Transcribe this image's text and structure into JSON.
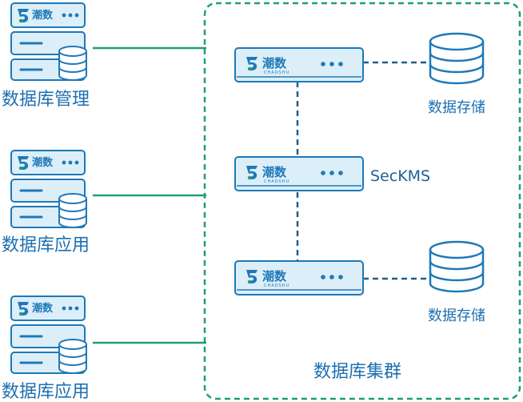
{
  "brand": {
    "logo_cn": "潮数",
    "logo_en": "CHAOSHU",
    "colors": {
      "outline": "#1e79b8",
      "fill": "#dceef8",
      "fill_light": "#eef7fc",
      "green": "#1f9e78",
      "dash": "#1e5f8e",
      "text": "#1d6fb0"
    }
  },
  "left_servers": [
    {
      "label": "数据库管理"
    },
    {
      "label": "数据库应用"
    },
    {
      "label": "数据库应用"
    }
  ],
  "cluster": {
    "label": "数据库集群",
    "kms_label": "SecKMS",
    "storage": [
      {
        "label": "数据存储"
      },
      {
        "label": "数据存储"
      }
    ]
  },
  "icons": [
    "server-rack-icon",
    "database-icon",
    "appliance-icon"
  ]
}
